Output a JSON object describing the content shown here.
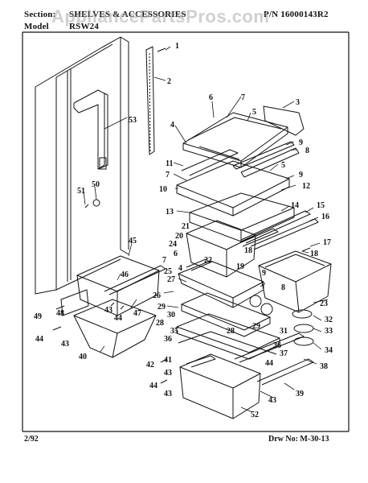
{
  "header": {
    "section_label": "Section:",
    "section_title": "SHELVES & ACCESSORIES",
    "part_number": "P/N 16000143R2",
    "model_label": "Model",
    "model_value": "RSW24"
  },
  "watermark": "AppliancePartsPros.com",
  "footer": {
    "date": "2/92",
    "drawing_number": "Drw No: M-30-13"
  },
  "callouts": [
    "1",
    "2",
    "3",
    "4",
    "5",
    "6",
    "7",
    "8",
    "9",
    "10",
    "11",
    "12",
    "13",
    "14",
    "15",
    "16",
    "17",
    "18",
    "19",
    "20",
    "21",
    "22",
    "23",
    "24",
    "25",
    "26",
    "27",
    "28",
    "29",
    "30",
    "31",
    "32",
    "33",
    "34",
    "35",
    "36",
    "37",
    "38",
    "39",
    "40",
    "41",
    "42",
    "43",
    "44",
    "45",
    "46",
    "47",
    "48",
    "49",
    "50",
    "51",
    "52",
    "53"
  ],
  "colors": {
    "ink": "#111111",
    "paper": "#ffffff",
    "watermark": "#969696"
  }
}
